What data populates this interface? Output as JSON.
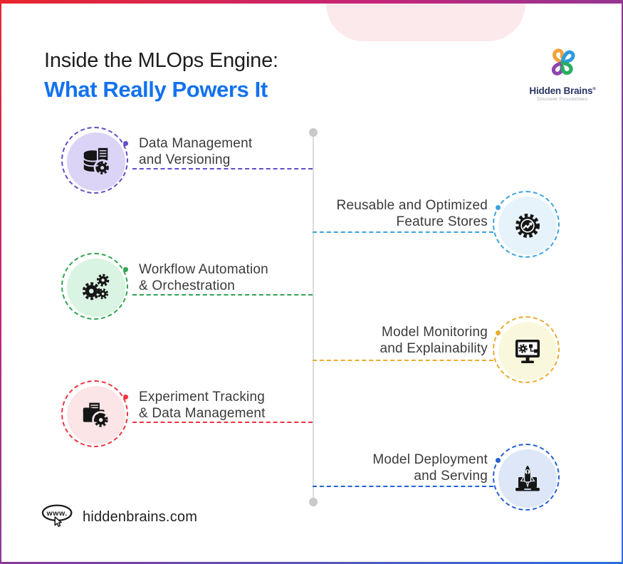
{
  "page": {
    "title_line1": "Inside the MLOps Engine:",
    "title_line2": "What Really Powers It",
    "title_accent_color": "#1372EE"
  },
  "brand": {
    "name": "Hidden Brains",
    "registered_mark": "®",
    "tagline": "Discover Possibilities",
    "logo_colors": [
      "#F2A33C",
      "#2D9CDB",
      "#8E44AD",
      "#27AE60"
    ]
  },
  "timeline": {
    "items": [
      {
        "id": "data-management-versioning",
        "side": "left",
        "line1": "Data Management",
        "line2": "and Versioning",
        "icon": "database-document-gear-icon",
        "accent": "#5E50C7",
        "fill": "#DCD4F6"
      },
      {
        "id": "workflow-automation-orchestration",
        "side": "left",
        "line1": "Workflow Automation",
        "line2": "& Orchestration",
        "icon": "gears-icon",
        "accent": "#31A352",
        "fill": "#D9F4E2"
      },
      {
        "id": "experiment-tracking-data-management",
        "side": "left",
        "line1": "Experiment Tracking",
        "line2": "& Data Management",
        "icon": "folder-document-gear-icon",
        "accent": "#EE3340",
        "fill": "#FBE5E7"
      },
      {
        "id": "reusable-optimized-feature-stores",
        "side": "right",
        "line1": "Reusable and Optimized",
        "line2": "Feature Stores",
        "icon": "gear-trend-arrow-icon",
        "accent": "#3BA3DF",
        "fill": "#E7F3FB"
      },
      {
        "id": "model-monitoring-explainability",
        "side": "right",
        "line1": "Model Monitoring",
        "line2": "and Explainability",
        "icon": "monitor-gear-flowchart-icon",
        "accent": "#E9AC2D",
        "fill": "#FAF8DC"
      },
      {
        "id": "model-deployment-serving",
        "side": "right",
        "line1": "Model Deployment",
        "line2": "and Serving",
        "icon": "laptop-rocket-icon",
        "accent": "#2460D6",
        "fill": "#DDE7F8"
      }
    ]
  },
  "footer": {
    "www_label": "www.",
    "website": "hiddenbrains.com"
  }
}
